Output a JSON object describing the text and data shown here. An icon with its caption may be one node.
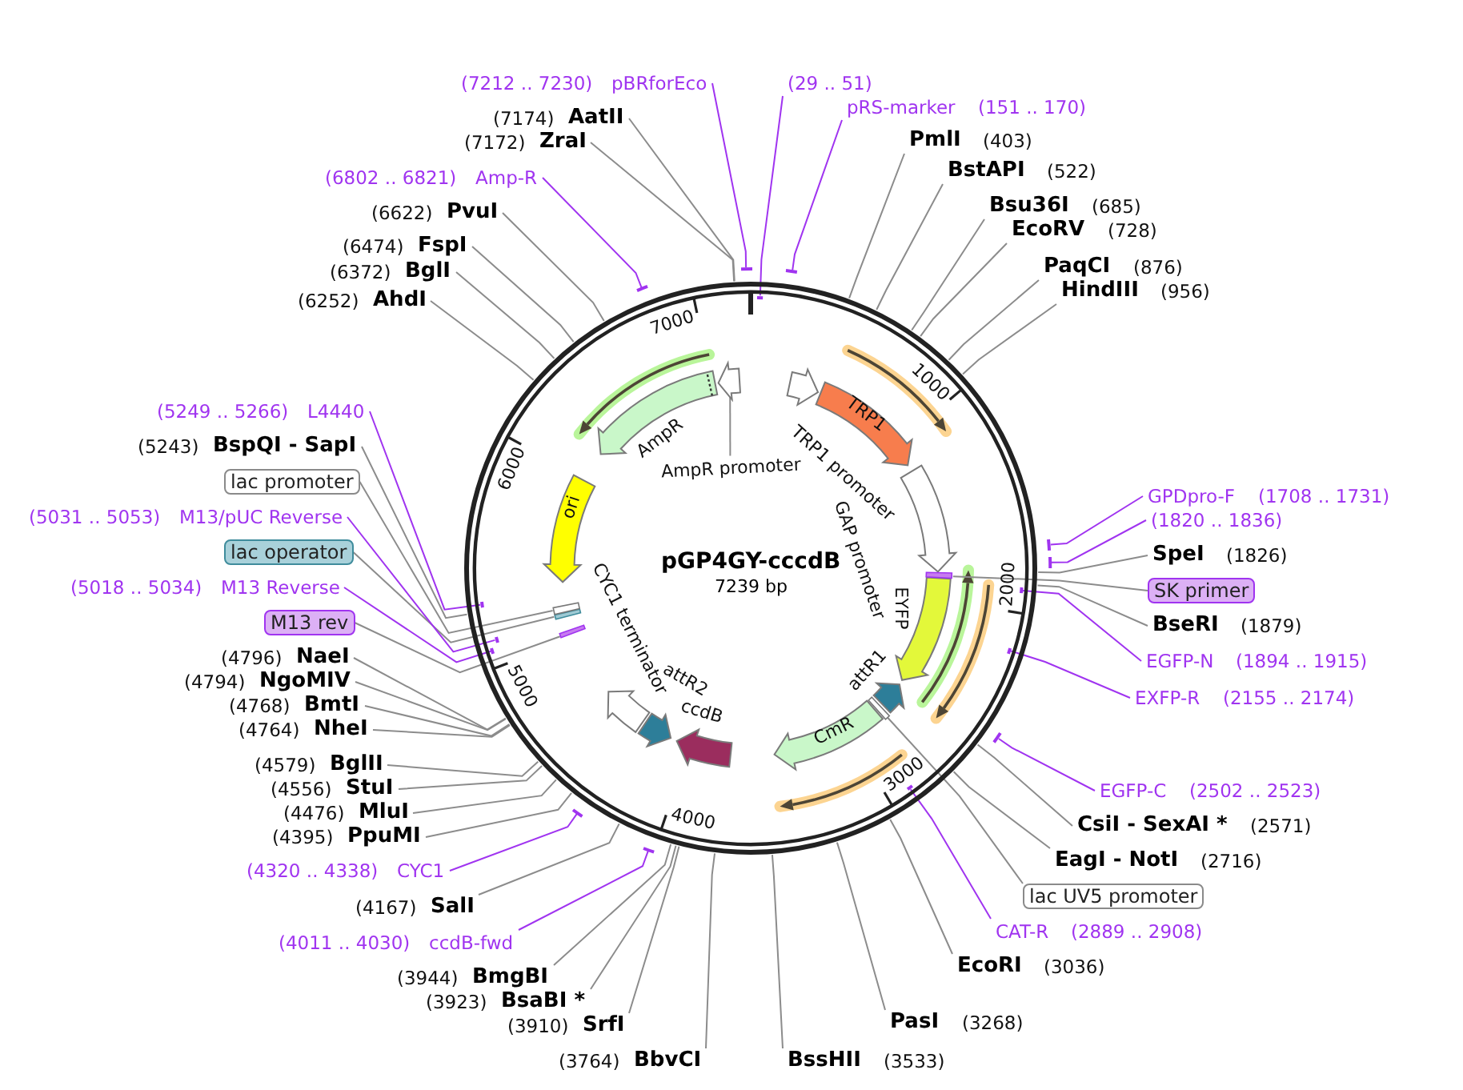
{
  "diagram": {
    "nodes": [
      {
        "text": [
          "pGP4GY-cccdB",
          "7239 bp"
        ]
      },
      {
        "text": [
          "TRP1 promoter"
        ],
        "in": 0
      },
      {
        "text": [
          "TRP1"
        ],
        "in": 0
      },
      {
        "text": [
          "GAP promoter"
        ],
        "in": 0
      },
      {
        "text": [
          "EYFP"
        ],
        "in": 0
      },
      {
        "text": [
          "attR1"
        ],
        "in": 0
      },
      {
        "text": [
          "CmR"
        ],
        "in": 0
      },
      {
        "text": [
          "ccdB"
        ],
        "in": 0
      },
      {
        "text": [
          "attR2"
        ],
        "in": 0
      },
      {
        "text": [
          "CYC1 terminator"
        ],
        "in": 0
      },
      {
        "text": [
          "ori"
        ],
        "in": 0
      },
      {
        "text": [
          "AmpR"
        ],
        "in": 0
      },
      {
        "text": [],
        "shape": "arrow",
        "in": 0
      },
      {
        "text": [],
        "shape": "bar",
        "in": 0
      },
      {
        "text": [],
        "shape": "bar"
      },
      {
        "text": [],
        "shape": "bar"
      },
      {
        "text": [],
        "shape": "bar"
      },
      {
        "text": [],
        "shape": "bar",
        "in": 0
      },
      {
        "text": [],
        "shape": "bar",
        "in": 0
      },
      {
        "text": [],
        "shape": "bar",
        "in": 0
      },
      {
        "text": [],
        "shape": "bar",
        "in": 0
      },
      {
        "text": [],
        "shape": "bar",
        "in": 0
      },
      {
        "text": [],
        "shape": "bar",
        "in": 0
      },
      {
        "text": [],
        "shape": "bar",
        "in": 0
      },
      {
        "text": [],
        "shape": "bar",
        "in": 0
      },
      {
        "text": [],
        "shape": "bar",
        "in": 0
      },
      {
        "text": [],
        "shape": "bar",
        "in": 0
      },
      {
        "text": [],
        "shape": "bar",
        "in": 0
      },
      {
        "text": [],
        "shape": "bar",
        "in": 0
      },
      {
        "text": [],
        "shape": "bar",
        "in": 0
      },
      {
        "text": [],
        "shape": "bar",
        "in": 0
      },
      {
        "text": [],
        "shape": "bar",
        "in": 0
      },
      {
        "text": [],
        "shape": "bar"
      },
      {
        "text": [
          "(29 .. 51)"
        ]
      },
      {
        "text": [
          "pRS-marker",
          "(151 .. 170)"
        ]
      },
      {
        "text": [
          "PmlI",
          "(403)"
        ]
      },
      {
        "text": [
          "BstAPI",
          "(522)"
        ]
      },
      {
        "text": [
          "Bsu36I",
          "(685)"
        ]
      },
      {
        "text": [
          "EcoRV",
          "(728)"
        ]
      },
      {
        "text": [
          "PaqCI",
          "(876)"
        ]
      },
      {
        "text": [
          "HindIII",
          "(956)"
        ]
      },
      {
        "text": [
          "GPDpro-F",
          "(1708 .. 1731)"
        ]
      },
      {
        "text": [
          "(1820 .. 1836)"
        ]
      },
      {
        "text": [
          "SpeI",
          "(1826)"
        ]
      },
      {
        "text": [
          "SK primer"
        ]
      },
      {
        "text": [
          "BseRI",
          "(1879)"
        ]
      },
      {
        "text": [
          "EGFP-N",
          "(1894 .. 1915)"
        ]
      },
      {
        "text": [
          "EXFP-R",
          "(2155 .. 2174)"
        ]
      },
      {
        "text": [
          "EGFP-C",
          "(2502 .. 2523)"
        ]
      },
      {
        "text": [
          "CsiI - SexAI *",
          "(2571)"
        ]
      },
      {
        "text": [
          "EagI - NotI",
          "(2716)"
        ]
      },
      {
        "text": [
          "lac UV5 promoter"
        ]
      },
      {
        "text": [
          "CAT-R",
          "(2889 .. 2908)"
        ]
      },
      {
        "text": [
          "EcoRI",
          "(3036)"
        ]
      },
      {
        "text": [
          "PasI",
          "(3268)"
        ]
      },
      {
        "text": [
          "BssHII",
          "(3533)"
        ]
      },
      {
        "text": [
          "(3764)",
          "BbvCI"
        ]
      },
      {
        "text": [
          "(3910)",
          "SrfI"
        ]
      },
      {
        "text": [
          "(3923)",
          "BsaBI *"
        ]
      },
      {
        "text": [
          "(3944)",
          "BmgBI"
        ]
      },
      {
        "text": [
          "(4011 .. 4030)",
          "ccdB-fwd"
        ]
      },
      {
        "text": [
          "(4167)",
          "SalI"
        ]
      },
      {
        "text": [
          "(4320 .. 4338)",
          "CYC1"
        ]
      },
      {
        "text": [
          "(4395)",
          "PpuMI"
        ]
      },
      {
        "text": [
          "(4476)",
          "MluI"
        ]
      },
      {
        "text": [
          "(4556)",
          "StuI"
        ]
      },
      {
        "text": [
          "(4579)",
          "BglII"
        ]
      },
      {
        "text": [
          "(4764)",
          "NheI"
        ]
      },
      {
        "text": [
          "(4768)",
          "BmtI"
        ]
      },
      {
        "text": [
          "(4794)",
          "NgoMIV"
        ]
      },
      {
        "text": [
          "(4796)",
          "NaeI"
        ]
      },
      {
        "text": [
          "M13 rev"
        ]
      },
      {
        "text": [
          "(5018 .. 5034)",
          "M13 Reverse"
        ]
      },
      {
        "text": [
          "lac operator"
        ]
      },
      {
        "text": [
          "(5031 .. 5053)",
          "M13/pUC Reverse"
        ]
      },
      {
        "text": [
          "lac promoter"
        ]
      },
      {
        "text": [
          "(5243)",
          "BspQI - SapI"
        ]
      },
      {
        "text": [
          "(5249 .. 5266)",
          "L4440"
        ]
      },
      {
        "text": [
          "(6252)",
          "AhdI"
        ]
      },
      {
        "text": [
          "(6372)",
          "BglI"
        ]
      },
      {
        "text": [
          "(6474)",
          "FspI"
        ]
      },
      {
        "text": [
          "(6622)",
          "PvuI"
        ]
      },
      {
        "text": [
          "(6802 .. 6821)",
          "Amp-R"
        ]
      },
      {
        "text": [
          "(7172)",
          "ZraI"
        ]
      },
      {
        "text": [
          "(7174)",
          "AatII"
        ]
      },
      {
        "text": [
          "(7212 .. 7230)",
          "pBRforEco"
        ]
      },
      {
        "text": [
          "AmpR promoter"
        ],
        "in": 0
      }
    ],
    "edges": [
      {
        "from": 33,
        "to": 13,
        "arrow": "none",
        "color": "#a034f0"
      },
      {
        "from": 34,
        "to": 14,
        "arrow": "none",
        "color": "#a034f0"
      },
      {
        "from": 35,
        "to": 0,
        "arrow": "none"
      },
      {
        "from": 36,
        "to": 0,
        "arrow": "none"
      },
      {
        "from": 37,
        "to": 0,
        "arrow": "none"
      },
      {
        "from": 38,
        "to": 0,
        "arrow": "none"
      },
      {
        "from": 39,
        "to": 0,
        "arrow": "none"
      },
      {
        "from": 40,
        "to": 0,
        "arrow": "none"
      },
      {
        "from": 41,
        "to": 15,
        "arrow": "none",
        "color": "#a034f0"
      },
      {
        "from": 42,
        "to": 16,
        "arrow": "none",
        "color": "#a034f0"
      },
      {
        "from": 43,
        "to": 0,
        "arrow": "none"
      },
      {
        "from": 44,
        "to": 17,
        "arrow": "none"
      },
      {
        "from": 45,
        "to": 0,
        "arrow": "none"
      },
      {
        "from": 46,
        "to": 18,
        "arrow": "none",
        "color": "#a034f0"
      },
      {
        "from": 47,
        "to": 19,
        "arrow": "none",
        "color": "#a034f0"
      },
      {
        "from": 48,
        "to": 20,
        "arrow": "none",
        "color": "#a034f0"
      },
      {
        "from": 49,
        "to": 0,
        "arrow": "none"
      },
      {
        "from": 50,
        "to": 0,
        "arrow": "none"
      },
      {
        "from": 51,
        "to": 21,
        "arrow": "none"
      },
      {
        "from": 52,
        "to": 22,
        "arrow": "none",
        "color": "#a034f0"
      },
      {
        "from": 53,
        "to": 0,
        "arrow": "none"
      },
      {
        "from": 54,
        "to": 0,
        "arrow": "none"
      },
      {
        "from": 55,
        "to": 0,
        "arrow": "none"
      },
      {
        "from": 56,
        "to": 0,
        "arrow": "none"
      },
      {
        "from": 57,
        "to": 0,
        "arrow": "none"
      },
      {
        "from": 58,
        "to": 0,
        "arrow": "none"
      },
      {
        "from": 59,
        "to": 0,
        "arrow": "none"
      },
      {
        "from": 60,
        "to": 23,
        "arrow": "none",
        "color": "#a034f0"
      },
      {
        "from": 61,
        "to": 0,
        "arrow": "none"
      },
      {
        "from": 62,
        "to": 24,
        "arrow": "none",
        "color": "#a034f0"
      },
      {
        "from": 63,
        "to": 0,
        "arrow": "none"
      },
      {
        "from": 64,
        "to": 0,
        "arrow": "none"
      },
      {
        "from": 65,
        "to": 0,
        "arrow": "none"
      },
      {
        "from": 66,
        "to": 0,
        "arrow": "none"
      },
      {
        "from": 67,
        "to": 0,
        "arrow": "none"
      },
      {
        "from": 68,
        "to": 0,
        "arrow": "none"
      },
      {
        "from": 69,
        "to": 0,
        "arrow": "none"
      },
      {
        "from": 70,
        "to": 0,
        "arrow": "none"
      },
      {
        "from": 71,
        "to": 25,
        "arrow": "none"
      },
      {
        "from": 72,
        "to": 26,
        "arrow": "none",
        "color": "#a034f0"
      },
      {
        "from": 73,
        "to": 27,
        "arrow": "none"
      },
      {
        "from": 74,
        "to": 28,
        "arrow": "none",
        "color": "#a034f0"
      },
      {
        "from": 75,
        "to": 29,
        "arrow": "none"
      },
      {
        "from": 76,
        "to": 0,
        "arrow": "none"
      },
      {
        "from": 77,
        "to": 30,
        "arrow": "none",
        "color": "#a034f0"
      },
      {
        "from": 78,
        "to": 0,
        "arrow": "none"
      },
      {
        "from": 79,
        "to": 0,
        "arrow": "none"
      },
      {
        "from": 80,
        "to": 0,
        "arrow": "none"
      },
      {
        "from": 81,
        "to": 0,
        "arrow": "none"
      },
      {
        "from": 82,
        "to": 31,
        "arrow": "none",
        "color": "#a034f0"
      },
      {
        "from": 83,
        "to": 0,
        "arrow": "none"
      },
      {
        "from": 84,
        "to": 0,
        "arrow": "none"
      },
      {
        "from": 85,
        "to": 32,
        "arrow": "none",
        "color": "#a034f0"
      },
      {
        "from": 86,
        "to": 12,
        "arrow": "none"
      }
    ],
    "labels": [
      "7000",
      "1000",
      "6000",
      "2000",
      "5000",
      "3000",
      "4000"
    ]
  }
}
